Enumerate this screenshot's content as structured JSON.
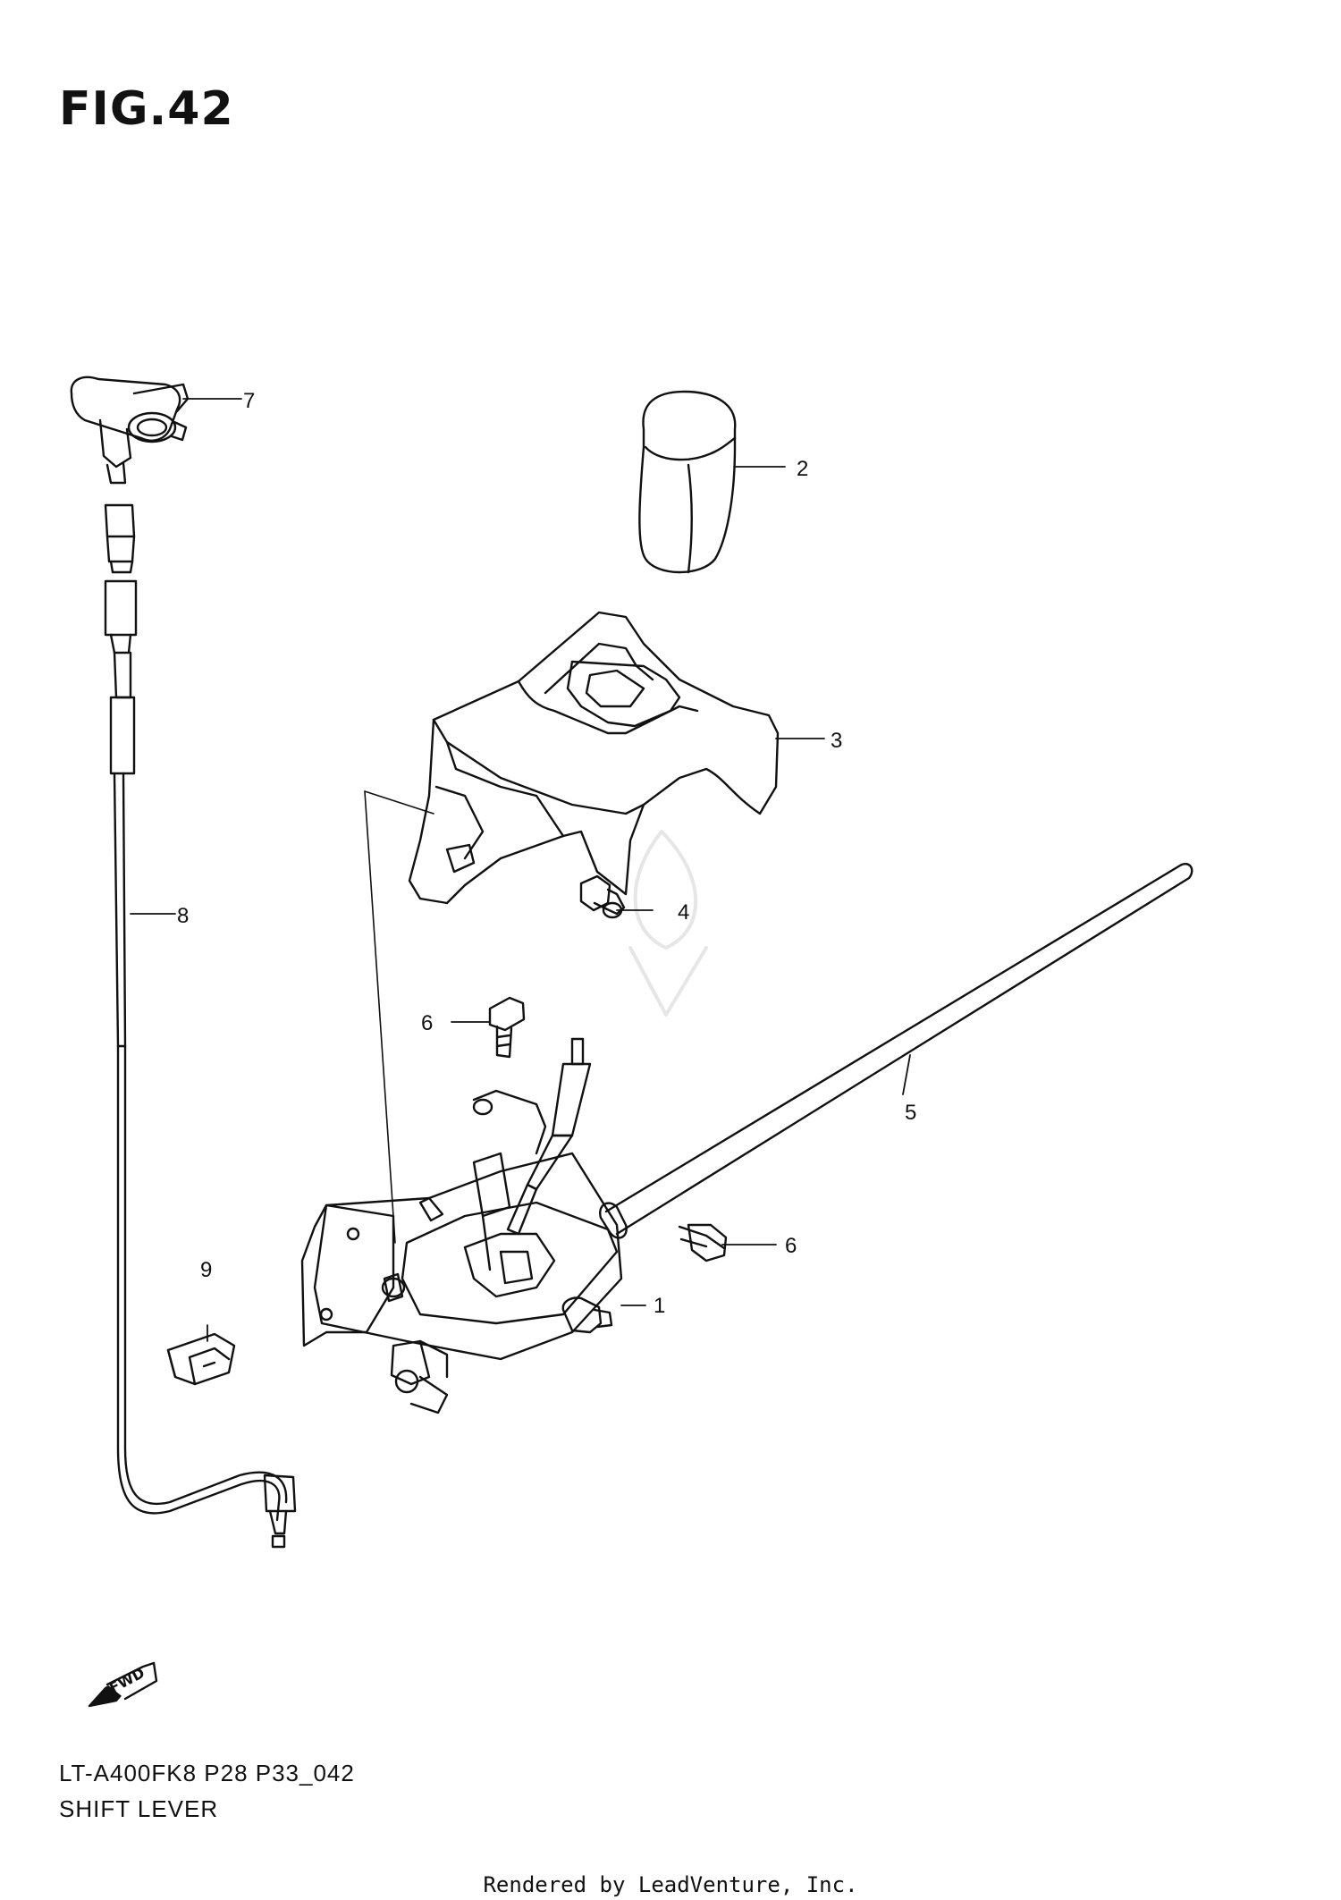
{
  "figure": {
    "title": "FIG.42",
    "model_code": "LT-A400FK8 P28 P33_042",
    "subtitle": "SHIFT LEVER",
    "credit": "Rendered by LeadVenture, Inc.",
    "watermark": "LEADVENTURE",
    "fwd_label": "FWD"
  },
  "callouts": [
    {
      "id": "c1",
      "label": "1"
    },
    {
      "id": "c2",
      "label": "2"
    },
    {
      "id": "c3",
      "label": "3"
    },
    {
      "id": "c4",
      "label": "4"
    },
    {
      "id": "c5",
      "label": "5"
    },
    {
      "id": "c6a",
      "label": "6"
    },
    {
      "id": "c6b",
      "label": "6"
    },
    {
      "id": "c7",
      "label": "7"
    },
    {
      "id": "c8",
      "label": "8"
    },
    {
      "id": "c9",
      "label": "9"
    }
  ]
}
